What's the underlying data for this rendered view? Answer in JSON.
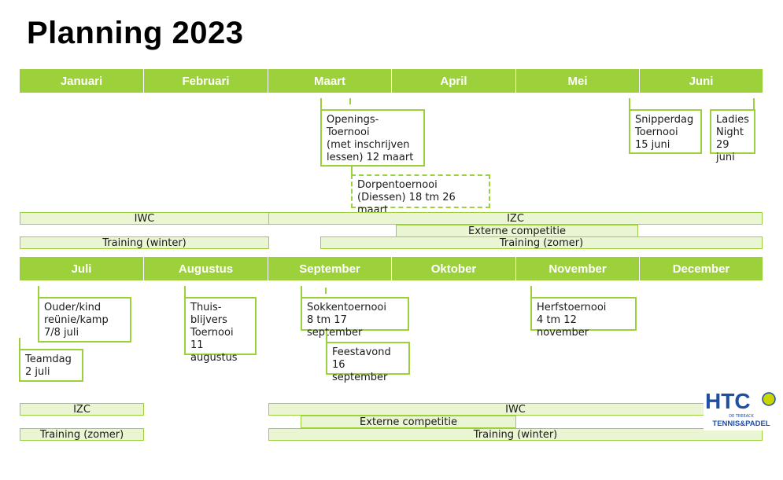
{
  "title": "Planning 2023",
  "months_top": [
    "Januari",
    "Februari",
    "Maart",
    "April",
    "Mei",
    "Juni"
  ],
  "months_bottom": [
    "Juli",
    "Augustus",
    "September",
    "Oktober",
    "November",
    "December"
  ],
  "colors": {
    "accent": "#9cd13c",
    "band_fill": "#eaf5d3"
  },
  "top_events": {
    "openings": "Openings-\nToernooi\n(met inschrijven\nlessen) 12 maart",
    "dorpen": "Dorpentoernooi\n(Diessen) 18 tm 26 maart",
    "snipperdag": "Snipperdag\nToernooi\n15 juni",
    "ladies": "Ladies\nNight\n29 juni"
  },
  "top_bands": {
    "iwc": "IWC",
    "izc": "IZC",
    "externe": "Externe competitie",
    "training_winter": "Training (winter)",
    "training_zomer": "Training (zomer)"
  },
  "bottom_events": {
    "ouder": "Ouder/kind\nreünie/kamp\n7/8 juli",
    "teamdag": "Teamdag\n2 juli",
    "thuis": "Thuis-\nblijvers\nToernooi\n11 augustus",
    "sokken": "Sokkentoernooi\n8 tm 17 september",
    "feest": "Feestavond\n16 september",
    "herfst": "Herfstoernooi\n4 tm 12 november"
  },
  "bottom_bands": {
    "izc": "IZC",
    "iwc": "IWC",
    "externe": "Externe competitie",
    "training_zomer": "Training (zomer)",
    "training_winter": "Training (winter)"
  },
  "logo": {
    "text": "HTC",
    "sub1": "DE TREEACK",
    "sub2": "TENNIS&PADEL",
    "icon": "tennis-ball-icon"
  }
}
